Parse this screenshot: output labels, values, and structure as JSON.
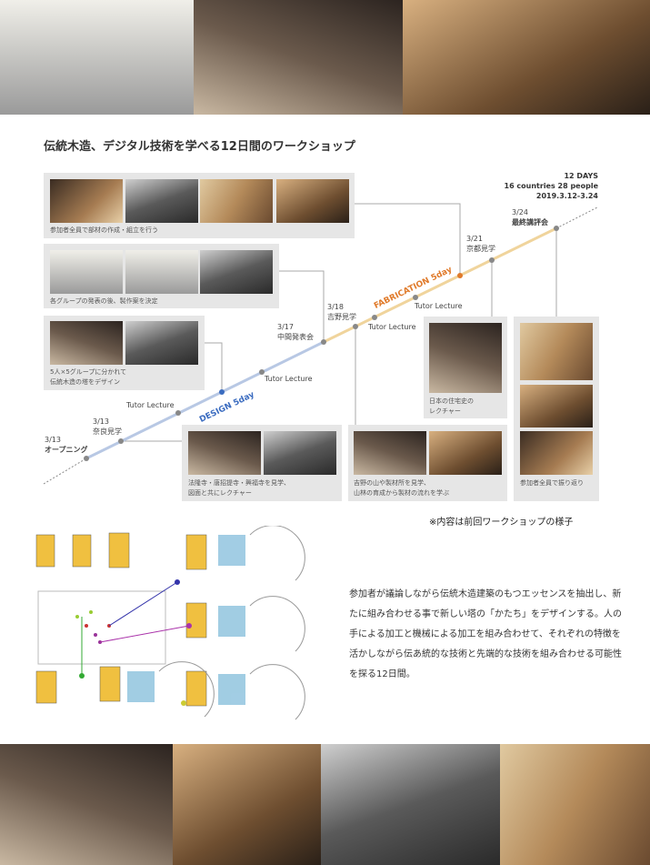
{
  "title": "伝統木造、デジタル技術を学べる12日間のワークショップ",
  "summary": {
    "days": "12 DAYS",
    "people": "16 countries 28 people",
    "dates": "2019.3.12-3.24"
  },
  "phases": {
    "design": "DESIGN 5day",
    "fabrication": "FABRICATION 5day"
  },
  "colors": {
    "design": "#b8c8e4",
    "design_dot": "#3b6cc0",
    "fabrication": "#f0d49c",
    "fabrication_dot": "#e07a2a",
    "box": "#e6e6e6"
  },
  "events": [
    {
      "date": "3/13",
      "label": "オープニング"
    },
    {
      "date": "3/13",
      "label": "奈良見学"
    },
    {
      "label": "Tutor Lecture"
    },
    {
      "label": "Tutor Lecture"
    },
    {
      "date": "3/17",
      "label": "中間発表会"
    },
    {
      "date": "3/18",
      "label": "吉野見学"
    },
    {
      "label": "Tutor Lecture"
    },
    {
      "label": "Tutor Lecture"
    },
    {
      "date": "3/21",
      "label": "京都見学"
    },
    {
      "date": "3/24",
      "label": "最終講評会"
    }
  ],
  "captions": {
    "fabrication": "参加者全員で部材の作成・組立を行う",
    "groups": "各グループの発表の後、製作案を決定",
    "design_1": "5人×5グループに分かれて",
    "design_2": "伝統木造の塔をデザイン",
    "nara_1": "法隆寺・唐招提寺・興福寺を見学、",
    "nara_2": "図面と共にレクチャー",
    "yoshino_1": "吉野の山や製材所を見学、",
    "yoshino_2": "山林の育成から製材の流れを学ぶ",
    "house_1": "日本の住宅史の",
    "house_2": "レクチャー",
    "final": "参加者全員で振り返り"
  },
  "note": "※内容は前回ワークショップの様子",
  "description": "参加者が議論しながら伝統木造建築のもつエッセンスを抽出し、新たに組み合わせる事で新しい塔の「かたち」をデザインする。人の手による加工と機械による加工を組み合わせて、それぞれの特徴を活かしながら伝あ統的な技術と先端的な技術を組み合わせる可能性を探る12日間。"
}
